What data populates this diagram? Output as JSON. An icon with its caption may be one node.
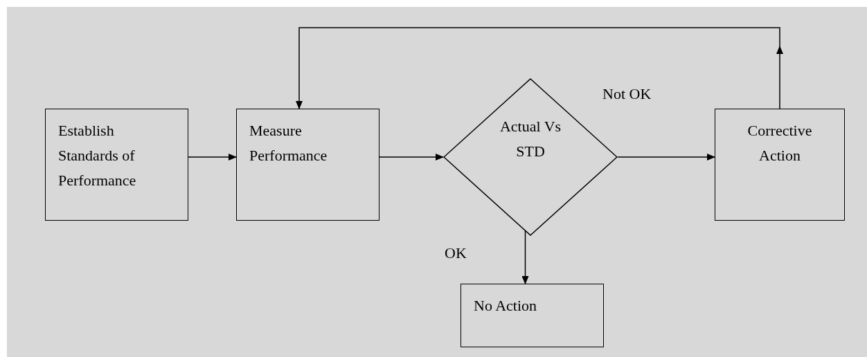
{
  "diagram": {
    "nodes": [
      {
        "text": [
          "Establish Standards of Performance"
        ]
      },
      {
        "text": [
          "Measure Performance"
        ]
      },
      {
        "text": [
          "Actual Vs STD"
        ]
      },
      {
        "text": [
          "Corrective Action"
        ]
      },
      {
        "text": [
          "No Action"
        ]
      }
    ],
    "edges": [
      {
        "from": 0,
        "to": 1,
        "arrow": "to"
      },
      {
        "from": 1,
        "to": 2,
        "arrow": "to"
      },
      {
        "from": 2,
        "to": 3,
        "arrow": "to",
        "label": "Not OK"
      },
      {
        "from": 2,
        "to": 4,
        "arrow": "to",
        "label": "OK"
      },
      {
        "from": 3,
        "to": 1,
        "arrow": "to"
      }
    ]
  }
}
